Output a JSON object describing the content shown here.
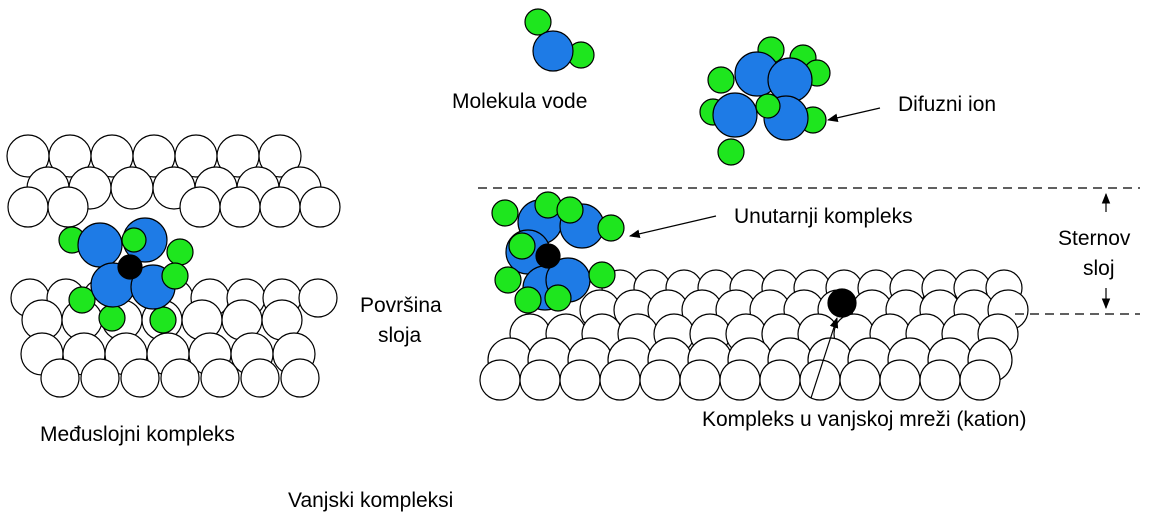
{
  "labels": {
    "water_molecule": "Molekula vode",
    "diffuse_ion": "Difuzni ion",
    "inner_complex": "Unutarnji kompleks",
    "stern_layer_line1": "Sternov",
    "stern_layer_line2": "sloj",
    "surface_line1": "Površina",
    "surface_line2": "sloja",
    "interlayer_complex": "Međuslojni kompleks",
    "outer_network_complex": "Kompleks u vanjskoj mreži (kation)",
    "outer_complexes": "Vanjski kompleksi"
  },
  "colors": {
    "oxygen": "#1e7be6",
    "hydrogen": "#1ee61e",
    "cation": "#000000",
    "surface_atom": "#ffffff",
    "outline": "#000000"
  }
}
